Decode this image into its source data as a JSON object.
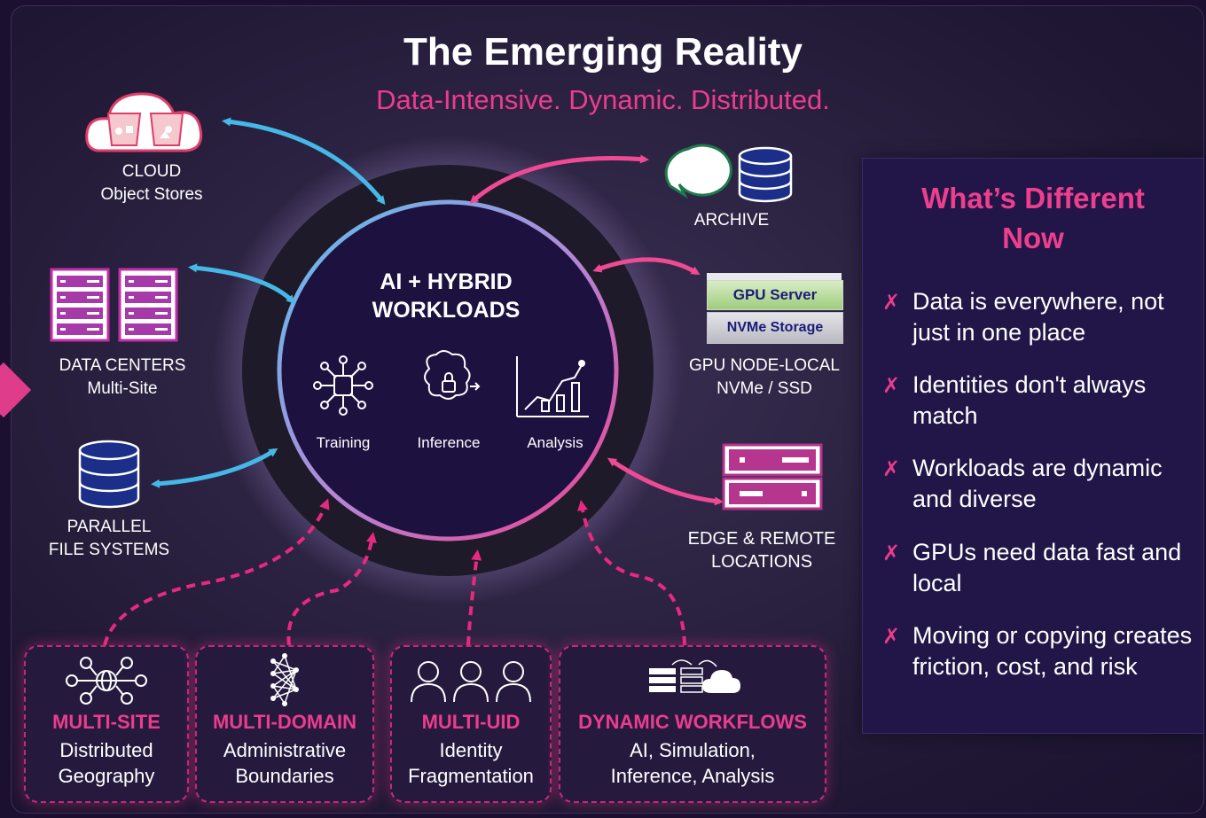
{
  "title": "The Emerging Reality",
  "subtitle": "Data-Intensive. Dynamic. Distributed.",
  "hub": {
    "title_line1": "AI + HYBRID",
    "title_line2": "WORKLOADS",
    "items": [
      {
        "label": "Training",
        "icon": "network-document-icon"
      },
      {
        "label": "Inference",
        "icon": "brain-lock-icon"
      },
      {
        "label": "Analysis",
        "icon": "chart-icon"
      }
    ]
  },
  "sources_left": [
    {
      "line1": "CLOUD",
      "line2": "Object Stores",
      "icon": "cloud-buckets-icon"
    },
    {
      "line1": "DATA CENTERS",
      "line2": "Multi-Site",
      "icon": "server-racks-icon"
    },
    {
      "line1": "PARALLEL",
      "line2": "FILE SYSTEMS",
      "icon": "database-icon"
    }
  ],
  "sources_right": [
    {
      "line1": "ARCHIVE",
      "icon": "archive-icon"
    },
    {
      "line1": "GPU NODE-LOCAL",
      "line2": "NVMe / SSD",
      "icon": "gpu-server-icon",
      "box_top": "GPU Server",
      "box_bottom": "NVMe Storage"
    },
    {
      "line1": "EDGE & REMOTE",
      "line2": "LOCATIONS",
      "icon": "edge-server-icon"
    }
  ],
  "challenges": [
    {
      "title": "MULTI-SITE",
      "line1": "Distributed",
      "line2": "Geography",
      "icon": "multi-site-icon"
    },
    {
      "title": "MULTI-DOMAIN",
      "line1": "Administrative",
      "line2": "Boundaries",
      "icon": "neural-net-icon"
    },
    {
      "title": "MULTI-UID",
      "line1": "Identity",
      "line2": "Fragmentation",
      "icon": "users-icon"
    },
    {
      "title": "DYNAMIC WORKFLOWS",
      "line1": "AI, Simulation,",
      "line2": "Inference, Analysis",
      "icon": "workflow-icon"
    }
  ],
  "panel": {
    "title_line1": "What’s Different",
    "title_line2": "Now",
    "bullet_glyph": "✗",
    "items": [
      "Data is everywhere, not just in one place",
      "Identities don't always match",
      "Workloads are dynamic and diverse",
      "GPUs need data fast and local",
      "Moving or copying creates friction, cost, and risk"
    ]
  },
  "colors": {
    "accent_pink": "#ec3c8e",
    "accent_blue": "#45b8e8",
    "background": "#2a2140",
    "panel": "#221648"
  }
}
